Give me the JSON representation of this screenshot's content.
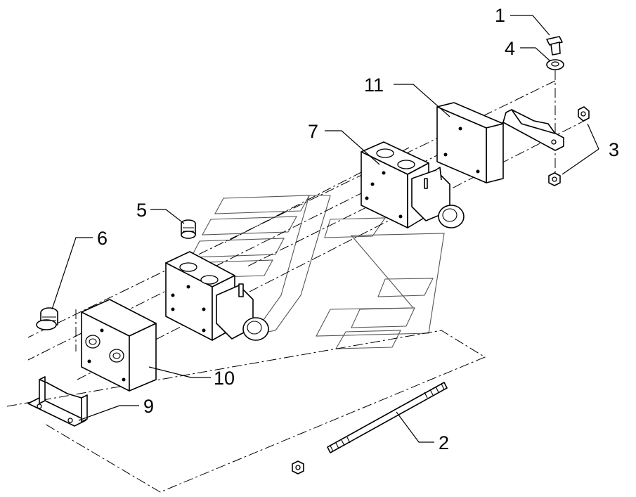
{
  "callouts": [
    {
      "id": "1",
      "text": "1"
    },
    {
      "id": "2",
      "text": "2"
    },
    {
      "id": "3",
      "text": "3"
    },
    {
      "id": "4",
      "text": "4"
    },
    {
      "id": "5",
      "text": "5"
    },
    {
      "id": "6",
      "text": "6"
    },
    {
      "id": "7",
      "text": "7"
    },
    {
      "id": "9",
      "text": "9"
    },
    {
      "id": "10",
      "text": "10"
    },
    {
      "id": "11",
      "text": "11"
    }
  ],
  "parts": [
    "bolt",
    "washer",
    "nuts",
    "tie-rod",
    "fitting",
    "plug",
    "bracket",
    "valve-rear",
    "manifold",
    "valve-front",
    "end-plate",
    "small-bracket"
  ],
  "colors": {
    "line": "#000000",
    "background": "#ffffff",
    "watermark": "#555555"
  }
}
